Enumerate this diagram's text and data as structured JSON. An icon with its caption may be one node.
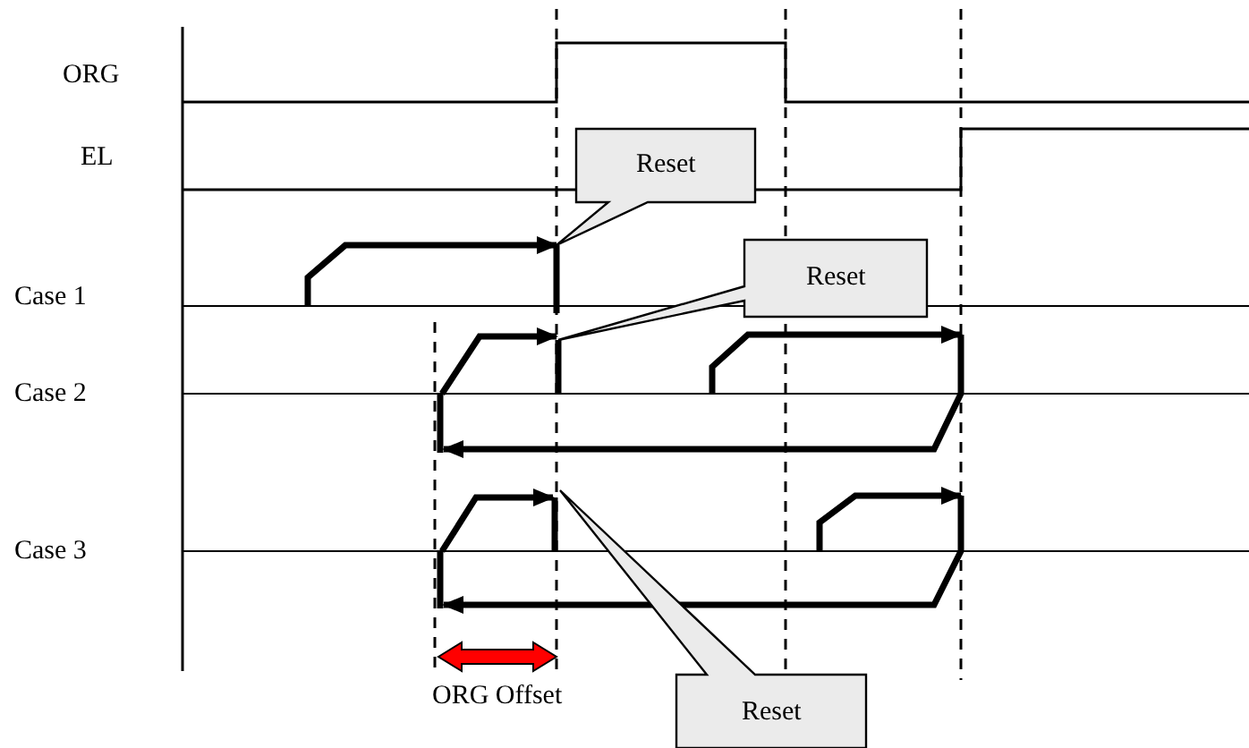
{
  "diagram": {
    "labels": [
      "ORG",
      "EL",
      "Case 1",
      "Case 2",
      "Case 3",
      "Reset",
      "Reset",
      "Reset",
      "ORG Offset"
    ]
  }
}
